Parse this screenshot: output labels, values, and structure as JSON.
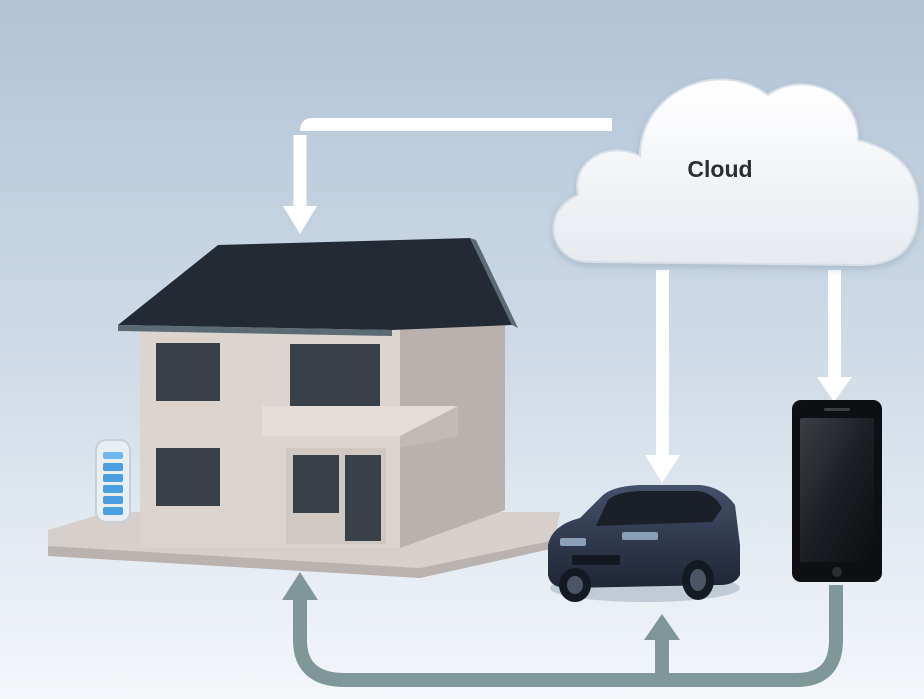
{
  "diagram": {
    "nodes": {
      "cloud": {
        "label": "Cloud",
        "icon": "cloud-icon"
      },
      "house": {
        "icon": "house-icon"
      },
      "battery": {
        "icon": "battery-icon",
        "level": 0.9
      },
      "car": {
        "icon": "car-icon"
      },
      "phone": {
        "icon": "smartphone-icon"
      }
    },
    "connections": [
      {
        "from": "cloud",
        "to": "house"
      },
      {
        "from": "cloud",
        "to": "car"
      },
      {
        "from": "cloud",
        "to": "phone"
      },
      {
        "from": "phone",
        "to": "house"
      },
      {
        "from": "phone",
        "to": "car"
      }
    ]
  },
  "colors": {
    "background_top": "#b4c5d6",
    "background_bottom": "#f3f6f9",
    "arrow_top": "#ffffff",
    "arrow_bottom": "#7e9698",
    "roof": "#222832",
    "wall": "#d9d1cc",
    "window": "#3a4047",
    "car": "#2c3442",
    "phone": "#111111",
    "battery": "#4a9fe0"
  }
}
